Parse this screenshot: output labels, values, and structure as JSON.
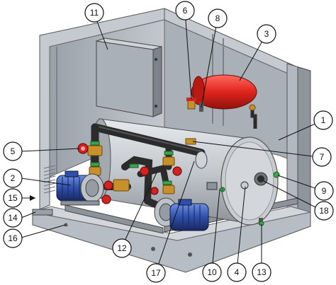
{
  "figure": {
    "callouts": [
      {
        "id": "c1",
        "label": "1"
      },
      {
        "id": "c2",
        "label": "2"
      },
      {
        "id": "c3",
        "label": "3"
      },
      {
        "id": "c4",
        "label": "4"
      },
      {
        "id": "c5",
        "label": "5"
      },
      {
        "id": "c6",
        "label": "6"
      },
      {
        "id": "c7",
        "label": "7"
      },
      {
        "id": "c8",
        "label": "8"
      },
      {
        "id": "c9",
        "label": "9"
      },
      {
        "id": "c10",
        "label": "10"
      },
      {
        "id": "c11",
        "label": "11"
      },
      {
        "id": "c12",
        "label": "12"
      },
      {
        "id": "c13",
        "label": "13"
      },
      {
        "id": "c14",
        "label": "14"
      },
      {
        "id": "c15",
        "label": "15"
      },
      {
        "id": "c16",
        "label": "16"
      },
      {
        "id": "c17",
        "label": "17"
      },
      {
        "id": "c18",
        "label": "18"
      }
    ],
    "colors": {
      "cabinet": "#b9bfc6",
      "cabinet_dark": "#8a9098",
      "tank": "#c9ced3",
      "expansion_vessel": "#e0241c",
      "pump_motor": "#2f4fa8",
      "pipe": "#2b2b2b",
      "valve": "#c8902a",
      "valve_handle": "#d22222",
      "fitting_green": "#3aa64a"
    }
  }
}
